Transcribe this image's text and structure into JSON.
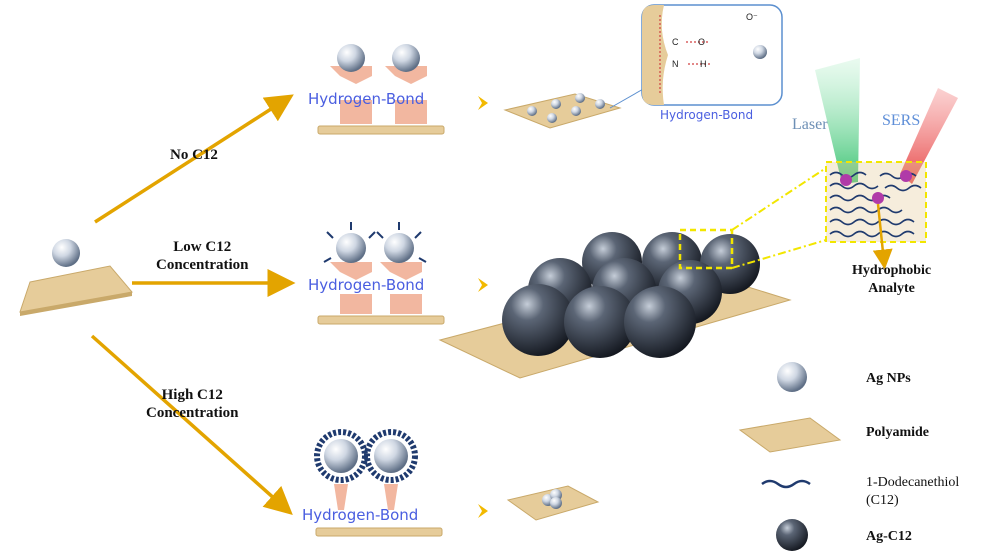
{
  "branches": {
    "no_c12": "No C12",
    "low_c12_line1": "Low C12",
    "low_c12_line2": "Concentration",
    "high_c12_line1": "High C12",
    "high_c12_line2": "Concentration"
  },
  "bond_labels": {
    "top": "Hydrogen-Bond",
    "middle": "Hydrogen-Bond",
    "bottom": "Hydrogen-Bond",
    "callout": "Hydrogen-Bond"
  },
  "sers": {
    "laser": "Laser",
    "sers": "SERS",
    "analyte_line1": "Hydrophobic",
    "analyte_line2": "Analyte"
  },
  "legend": {
    "ag_nps": "Ag NPs",
    "polyamide": "Polyamide",
    "thiol_line1": "1-Dodecanethiol",
    "thiol_line2": "(C12)",
    "ag_c12": "Ag-C12"
  },
  "chem_labels": {
    "c": "C",
    "o": "O",
    "n": "N",
    "h": "H",
    "o_minus": "O⁻"
  },
  "colors": {
    "arrow": "#e3a400",
    "substrate": "#e6cc9a",
    "bond_arrow": "#f2b7a0",
    "hb_text": "#4a5ee0",
    "laser": "#59c98a",
    "sers_beam": "#ef6e6e",
    "dashed_box": "#f2e600"
  }
}
